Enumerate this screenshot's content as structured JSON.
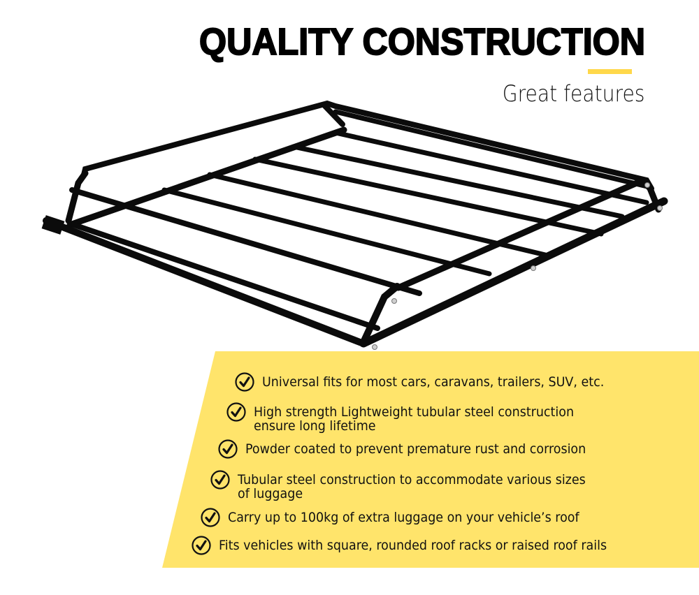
{
  "header": {
    "title": "QUALITY CONSTRUCTION",
    "subtitle": "Great features",
    "accent_color": "#FFD84A"
  },
  "product": {
    "name": "roof-rack-image",
    "description": "Black powder coated tubular steel roof rack basket with crossbars and bolted side supports"
  },
  "features_panel": {
    "background_color": "#FFE46B",
    "icon": "check-circle-icon",
    "items": [
      {
        "text": "Universal fits for most cars, caravans, trailers, SUV, etc."
      },
      {
        "text": " High strength Lightweight tubular steel construction\nensure long lifetime"
      },
      {
        "text": "Powder coated to prevent premature rust and corrosion"
      },
      {
        "text": " Tubular steel construction to accommodate various sizes\nof luggage"
      },
      {
        "text": "Carry up to 100kg of extra luggage on your vehicle’s roof"
      },
      {
        "text": "Fits vehicles with square, rounded roof racks or raised roof rails"
      }
    ]
  }
}
